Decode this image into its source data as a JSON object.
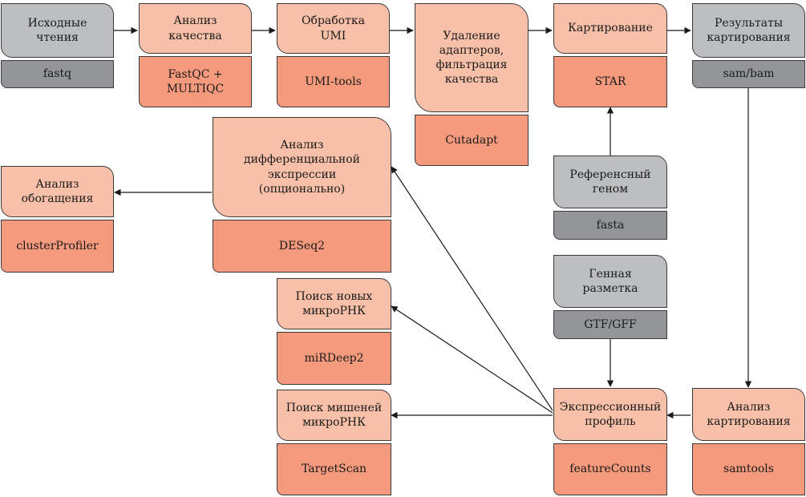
{
  "nodes": {
    "raw_reads": {
      "title": "Исходные\nчтения",
      "tool": "fastq"
    },
    "quality": {
      "title": "Анализ\nкачества",
      "tool": "FastQC +\nMULTIQC"
    },
    "umi": {
      "title": "Обработка\nUMI",
      "tool": "UMI-tools"
    },
    "trimming": {
      "title": "Удаление\nадаптеров,\nфильтрация\nкачества",
      "tool": "Cutadapt"
    },
    "mapping": {
      "title": "Картирование",
      "tool": "STAR"
    },
    "mapping_results": {
      "title": "Результаты\nкартирования",
      "tool": "sam/bam"
    },
    "enrichment": {
      "title": "Анализ\nобогащения",
      "tool": "clusterProfiler"
    },
    "diff_expr": {
      "title": "Анализ\nдифференциальной\nэкспрессии\n(опционально)",
      "tool": "DESeq2"
    },
    "ref_genome": {
      "title": "Референсный\nгеном",
      "tool": "fasta"
    },
    "annotation": {
      "title": "Генная\nразметка",
      "tool": "GTF/GFF"
    },
    "novel_mirna": {
      "title": "Поиск новых\nмикроРНК",
      "tool": "miRDeep2"
    },
    "mirna_targets": {
      "title": "Поиск мишеней\nмикроРНК",
      "tool": "TargetScan"
    },
    "expression": {
      "title": "Экспрессионный\nпрофиль",
      "tool": "featureCounts"
    },
    "mapping_analysis": {
      "title": "Анализ\nкартирования",
      "tool": "samtools"
    }
  },
  "colors": {
    "step_fill": "#f8c0a8",
    "tool_fill": "#f59a7c",
    "data_fill": "#bcbec0",
    "format_fill": "#939598",
    "line": "#1a1a1a"
  }
}
